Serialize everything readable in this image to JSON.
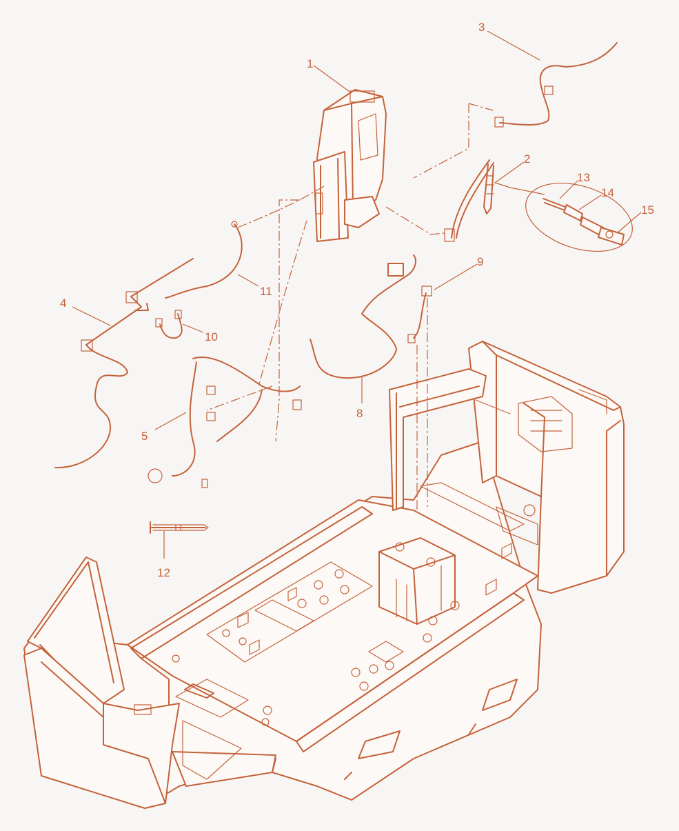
{
  "colors": {
    "line": "#c4623a",
    "background": "#f8f6f4"
  },
  "callouts": [
    {
      "id": "1",
      "label": "1"
    },
    {
      "id": "2",
      "label": "2"
    },
    {
      "id": "3",
      "label": "3"
    },
    {
      "id": "4",
      "label": "4"
    },
    {
      "id": "5",
      "label": "5"
    },
    {
      "id": "8",
      "label": "8"
    },
    {
      "id": "9",
      "label": "9"
    },
    {
      "id": "10",
      "label": "10"
    },
    {
      "id": "11",
      "label": "11"
    },
    {
      "id": "12",
      "label": "12"
    },
    {
      "id": "13",
      "label": "13"
    },
    {
      "id": "14",
      "label": "14"
    },
    {
      "id": "15",
      "label": "15"
    }
  ]
}
